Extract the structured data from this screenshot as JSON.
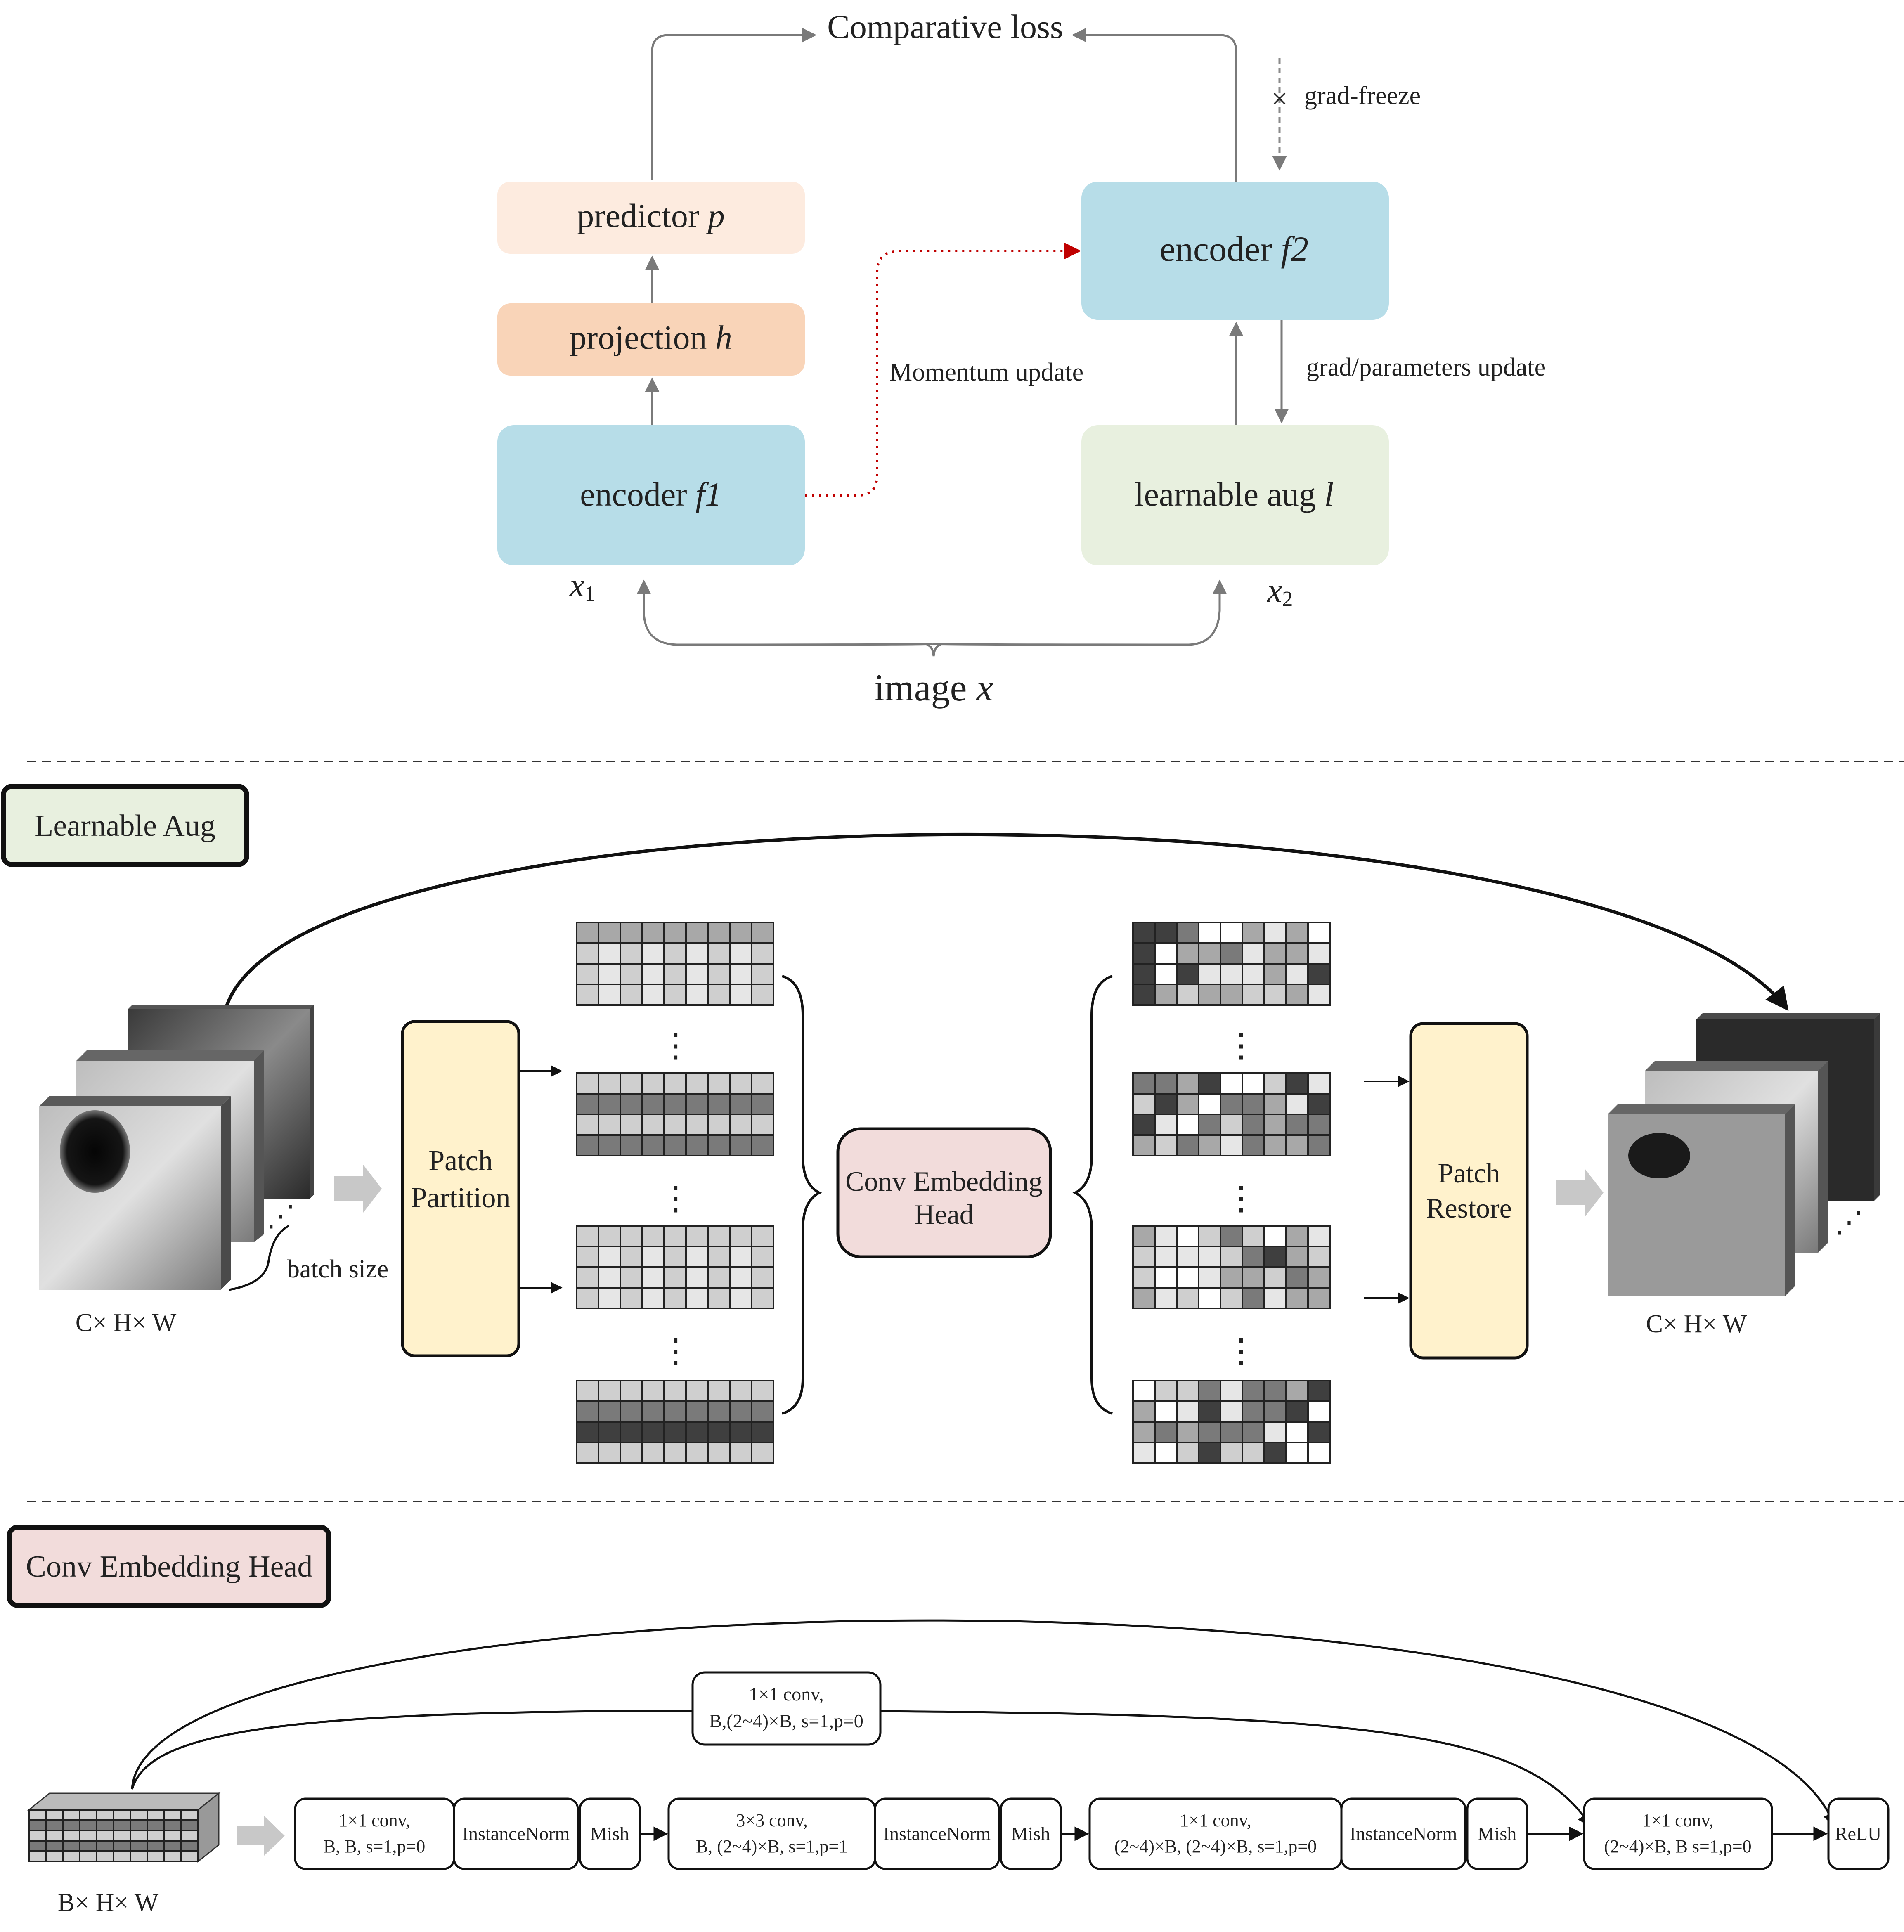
{
  "top": {
    "loss_label": "Comparative loss",
    "grad_freeze": "grad-freeze",
    "predictor": "predictor",
    "predictor_sym": "p",
    "projection": "projection",
    "projection_sym": "h",
    "encoder1": "encoder",
    "encoder1_sym": "f1",
    "encoder2": "encoder",
    "encoder2_sym": "f2",
    "learnable": "learnable aug",
    "learnable_sym": "l",
    "momentum": "Momentum update",
    "grad_update": "grad/parameters update",
    "x1": "x",
    "x1_sub": "1",
    "x2": "x",
    "x2_sub": "2",
    "image": "image",
    "image_sym": "x"
  },
  "aug": {
    "section_label": "Learnable Aug",
    "batch_size": "batch size",
    "input_dims": "C× H× W",
    "output_dims": "C× H× W",
    "partition_line1": "Patch",
    "partition_line2": "Partition",
    "conv_line1": "Conv Embedding",
    "conv_line2": "Head",
    "restore_line1": "Patch",
    "restore_line2": "Restore"
  },
  "head": {
    "section_label": "Conv Embedding Head",
    "input_dims": "B× H× W",
    "skip_line1": "1×1 conv,",
    "skip_line2": "B,(2~4)×B, s=1,p=0",
    "b1_line1": "1×1 conv,",
    "b1_line2": "B, B, s=1,p=0",
    "b2_line1": "3×3 conv,",
    "b2_line2": "B, (2~4)×B, s=1,p=1",
    "b3_line1": "1×1 conv,",
    "b3_line2": "(2~4)×B, (2~4)×B, s=1,p=0",
    "b4_line1": "1×1 conv,",
    "b4_line2": "(2~4)×B, B s=1,p=0",
    "instance_norm": "InstanceNorm",
    "mish": "Mish",
    "relu": "ReLU"
  },
  "colors": {
    "predictor_fill": "#fdebdf",
    "projection_fill": "#f9d4b8",
    "encoder_fill": "#b7dde8",
    "learnable_fill": "#e8f0df",
    "momentum_arrow": "#c00000",
    "partition_fill": "#fff2cc",
    "conv_head_fill": "#f2dcdb",
    "label_aug_fill": "#e8f0df",
    "label_head_fill": "#f2dcdb"
  }
}
